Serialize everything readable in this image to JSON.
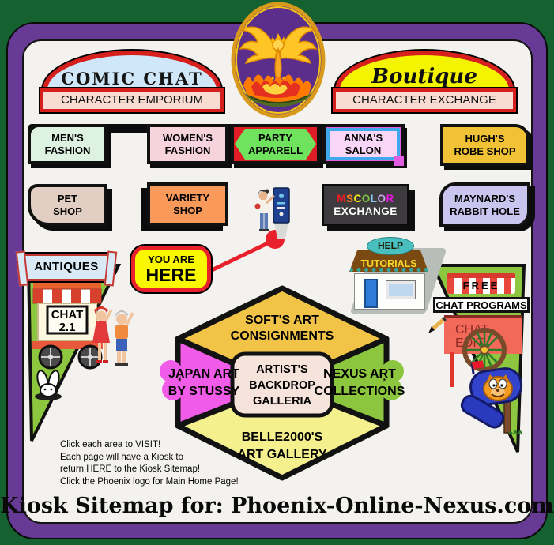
{
  "signs": {
    "comic_chat": {
      "title": "COMIC CHAT",
      "subtitle": "CHARACTER EMPORIUM"
    },
    "boutique": {
      "title": "Boutique",
      "subtitle": "CHARACTER EXCHANGE"
    }
  },
  "logo": {
    "icon": "phoenix-rising-icon"
  },
  "shops": {
    "row1": [
      {
        "line1": "MEN'S",
        "line2": "FASHION",
        "color": "#DDF2E1"
      },
      {
        "line1": "WOMEN'S",
        "line2": "FASHION",
        "color": "#F7D3DE"
      },
      {
        "line1": "PARTY",
        "line2": "APPARELL",
        "color": "#6FE35D",
        "bg": "#E01C24"
      },
      {
        "line1": "ANNA'S",
        "line2": "SALON",
        "color": "#F8D6F8"
      },
      {
        "line1": "HUGH'S",
        "line2": "ROBE SHOP",
        "color": "#F1C235"
      }
    ],
    "row2": [
      {
        "line1": "PET",
        "line2": "SHOP",
        "color": "#E2CEC2"
      },
      {
        "line1": "VARIETY",
        "line2": "SHOP",
        "color": "#F9995A"
      },
      {
        "line1": "MS COLOR",
        "line2": "EXCHANGE",
        "color": "#3D3B3D",
        "rainbow": [
          [
            "M",
            "#ED1C24"
          ],
          [
            "S",
            "#F47B20"
          ],
          [
            "C",
            "#F7EC13"
          ],
          [
            "O",
            "#7DC242"
          ],
          [
            "L",
            "#8CC8F0"
          ],
          [
            "O",
            "#C9A7E8"
          ],
          [
            "R",
            "#EC12E0"
          ]
        ]
      },
      {
        "line1": "MAYNARD'S",
        "line2": "RABBIT HOLE",
        "color": "#C9C5EE"
      }
    ]
  },
  "markers": {
    "you_are_here": {
      "line1": "YOU ARE",
      "line2": "HERE"
    },
    "antiques": "ANTIQUES",
    "chat_cart": {
      "line1": "CHAT",
      "line2": "2.1"
    },
    "help_shop": {
      "sign": "HELP",
      "awning": "TUTORIALS"
    },
    "free_cart": {
      "awning": "FREE",
      "banner": "CHAT PROGRAMS",
      "cart_line1": "CHAT",
      "cart_line2": "EDIT"
    }
  },
  "hexagon": {
    "top": {
      "line1": "SOFT'S ART",
      "line2": "CONSIGNMENTS",
      "color": "#F1C346"
    },
    "left": {
      "line1": "JAPAN ART",
      "line2": "BY STUSSY",
      "color": "#F05CE8"
    },
    "right": {
      "line1": "NEXUS ART",
      "line2": "COLLECTIONS",
      "color": "#8CC63F"
    },
    "bottom": {
      "line1": "BELLE2000'S",
      "line2": "ART GALLERY",
      "color": "#F5F08E"
    },
    "center": {
      "line1": "ARTIST'S",
      "line2": "BACKDROP",
      "line3": "GALLERIA",
      "color": "#F6E3DB"
    }
  },
  "instructions": [
    "Click each area to VISIT!",
    "Each page will have a Kiosk to",
    "return HERE to the Kiosk Sitemap!",
    "Click the Phoenix logo for Main Home Page!"
  ],
  "footer": {
    "title": "Kiosk Sitemap for: Phoenix-Online-Nexus.com"
  },
  "colors": {
    "page_bg": "#15612F",
    "frame_purple": "#673B95",
    "content_bg": "#F3F2EF",
    "sign_red": "#D6201E",
    "arch_blue": "#CFE7F8",
    "arch_yellow": "#F4F400",
    "triangle_green": "#8DC63F",
    "accent_red": "#E8212C",
    "you_are_here_yellow": "#FAF800"
  }
}
